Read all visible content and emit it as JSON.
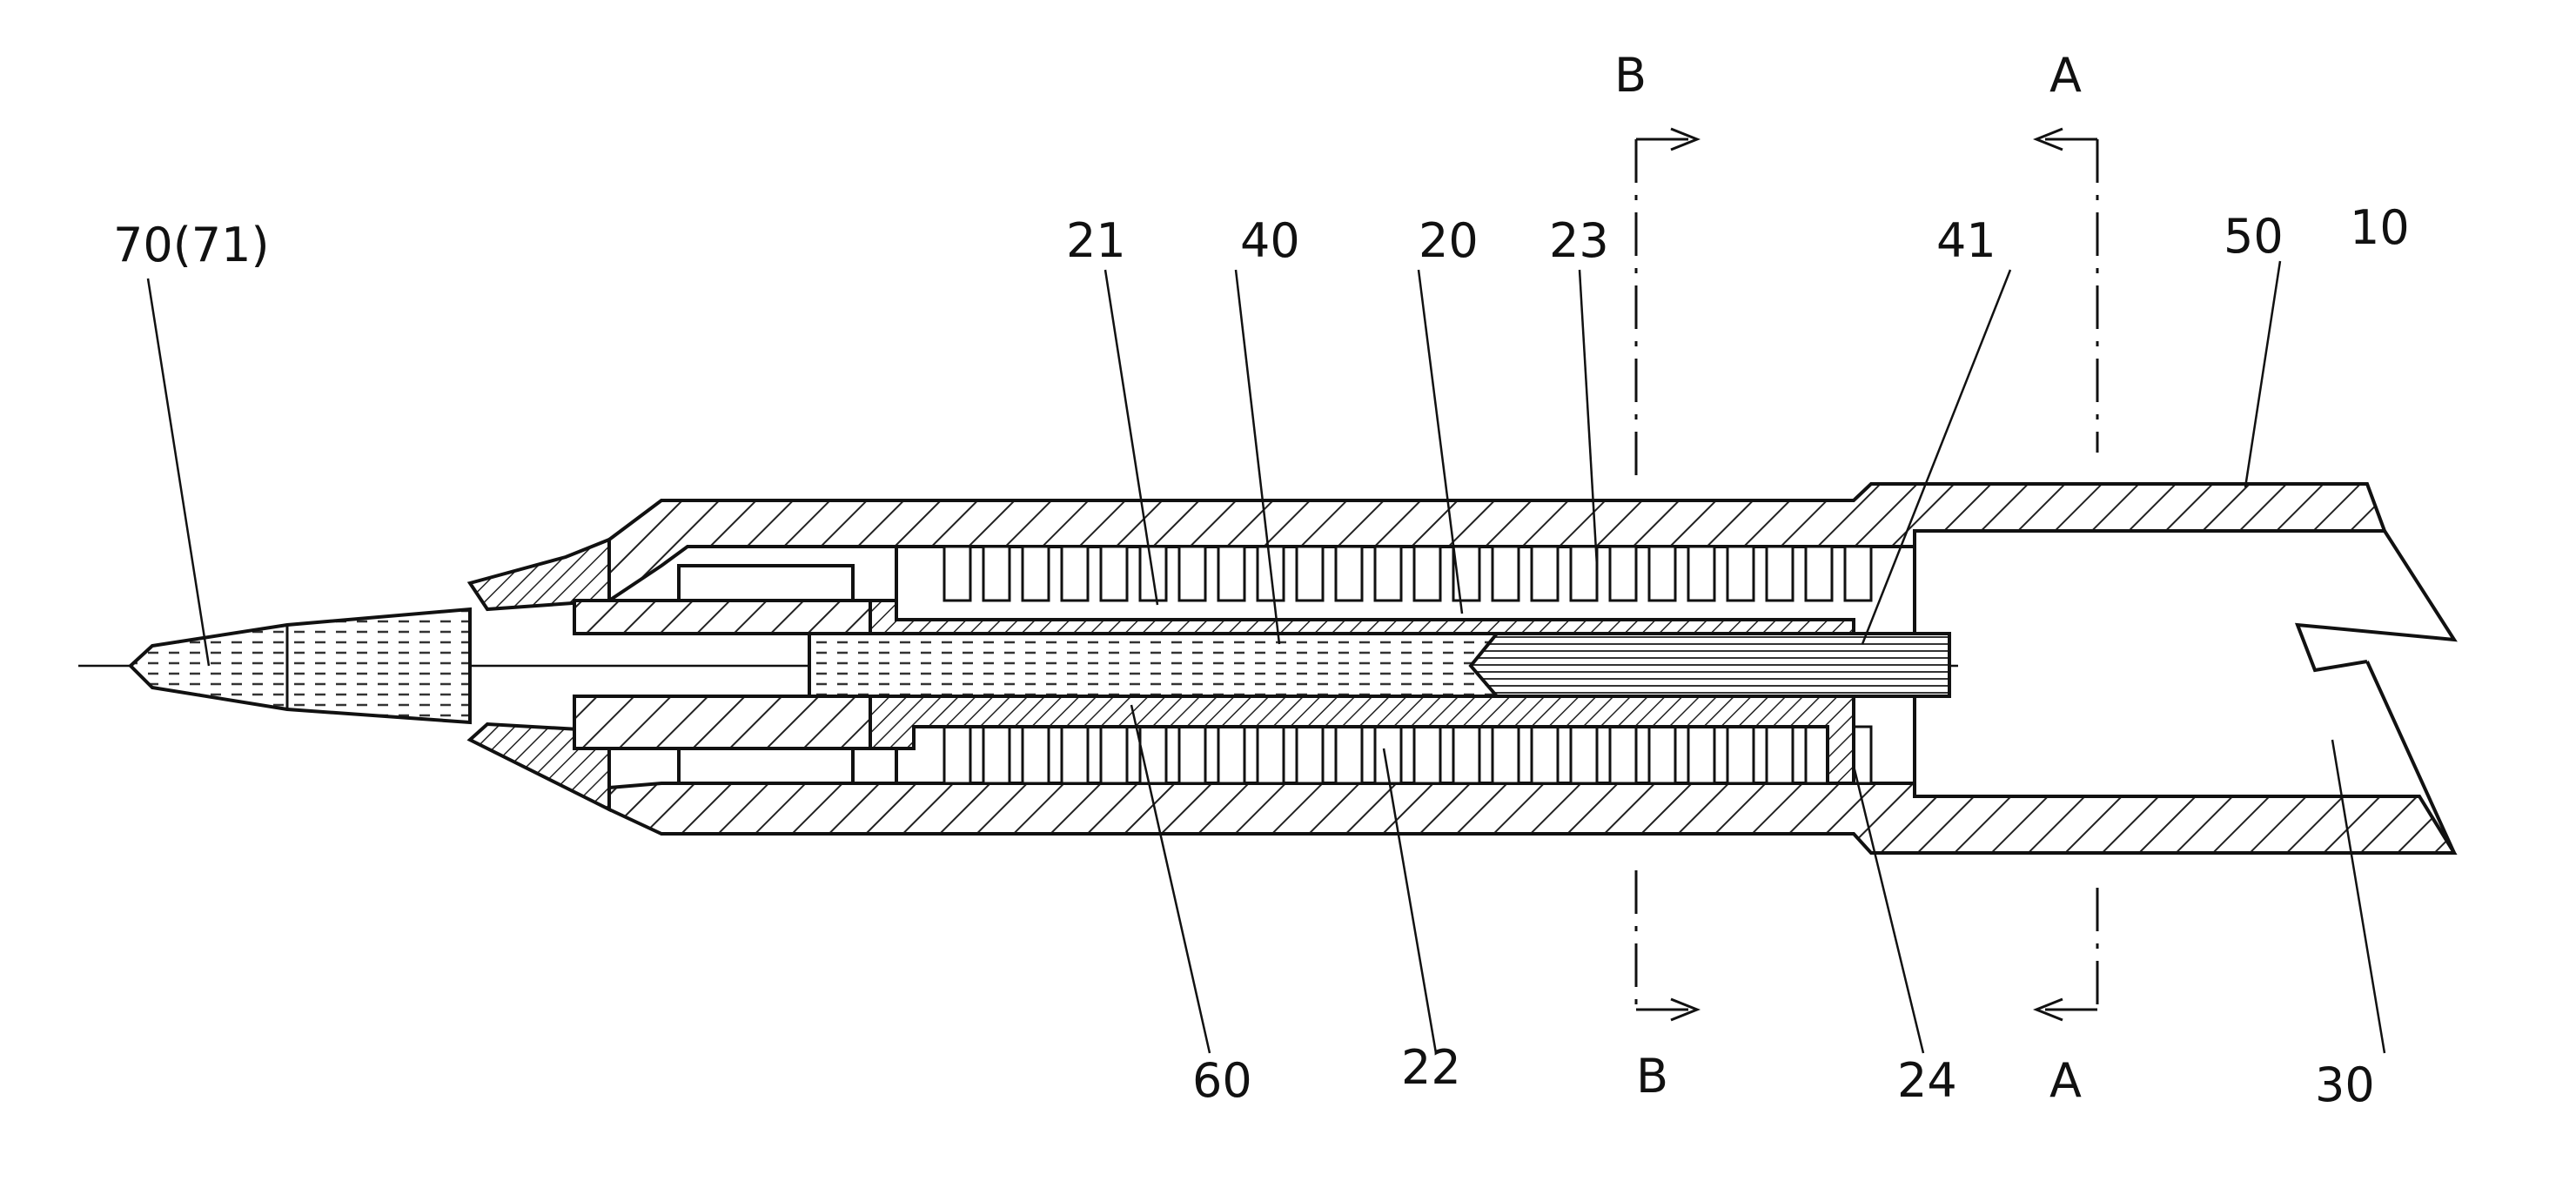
{
  "labels": {
    "tip": "70(71)",
    "l21": "21",
    "l40": "40",
    "l20": "20",
    "l23": "23",
    "l41": "41",
    "l50": "50",
    "l10": "10",
    "l60": "60",
    "l22": "22",
    "l24": "24",
    "l30": "30"
  },
  "section_marks": {
    "b_top": "B",
    "b_bottom": "B",
    "a_top": "A",
    "a_bottom": "A"
  }
}
